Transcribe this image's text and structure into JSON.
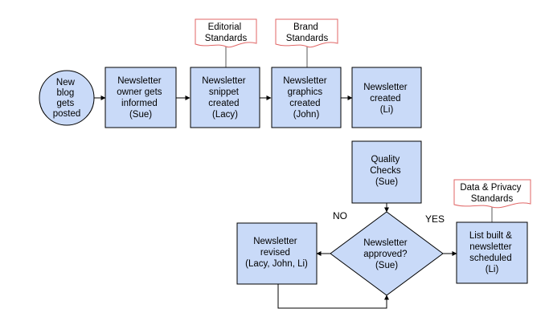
{
  "nodes": {
    "new_blog": [
      "New",
      "blog",
      "gets",
      "posted"
    ],
    "owner_informed": [
      "Newsletter",
      "owner gets",
      "informed",
      "(Sue)"
    ],
    "snippet_created": [
      "Newsletter",
      "snippet",
      "created",
      "(Lacy)"
    ],
    "graphics_created": [
      "Newsletter",
      "graphics",
      "created",
      "(John)"
    ],
    "newsletter_created": [
      "Newsletter",
      "created",
      "(Li)"
    ],
    "quality_checks": [
      "Quality",
      "Checks",
      "(Sue)"
    ],
    "approved": [
      "Newsletter",
      "approved?",
      "(Sue)"
    ],
    "revised": [
      "Newsletter",
      "revised",
      "(Lacy, John, Li)"
    ],
    "list_built": [
      "List built &",
      "newsletter",
      "scheduled",
      "(Li)"
    ]
  },
  "documents": {
    "editorial": [
      "Editorial",
      "Standards"
    ],
    "brand": [
      "Brand",
      "Standards"
    ],
    "data_privacy": [
      "Data & Privacy",
      "Standards"
    ]
  },
  "edge_labels": {
    "no": "NO",
    "yes": "YES"
  },
  "colors": {
    "process_fill": "#c9daf8",
    "document_stroke": "#e06666",
    "line": "#000000"
  }
}
